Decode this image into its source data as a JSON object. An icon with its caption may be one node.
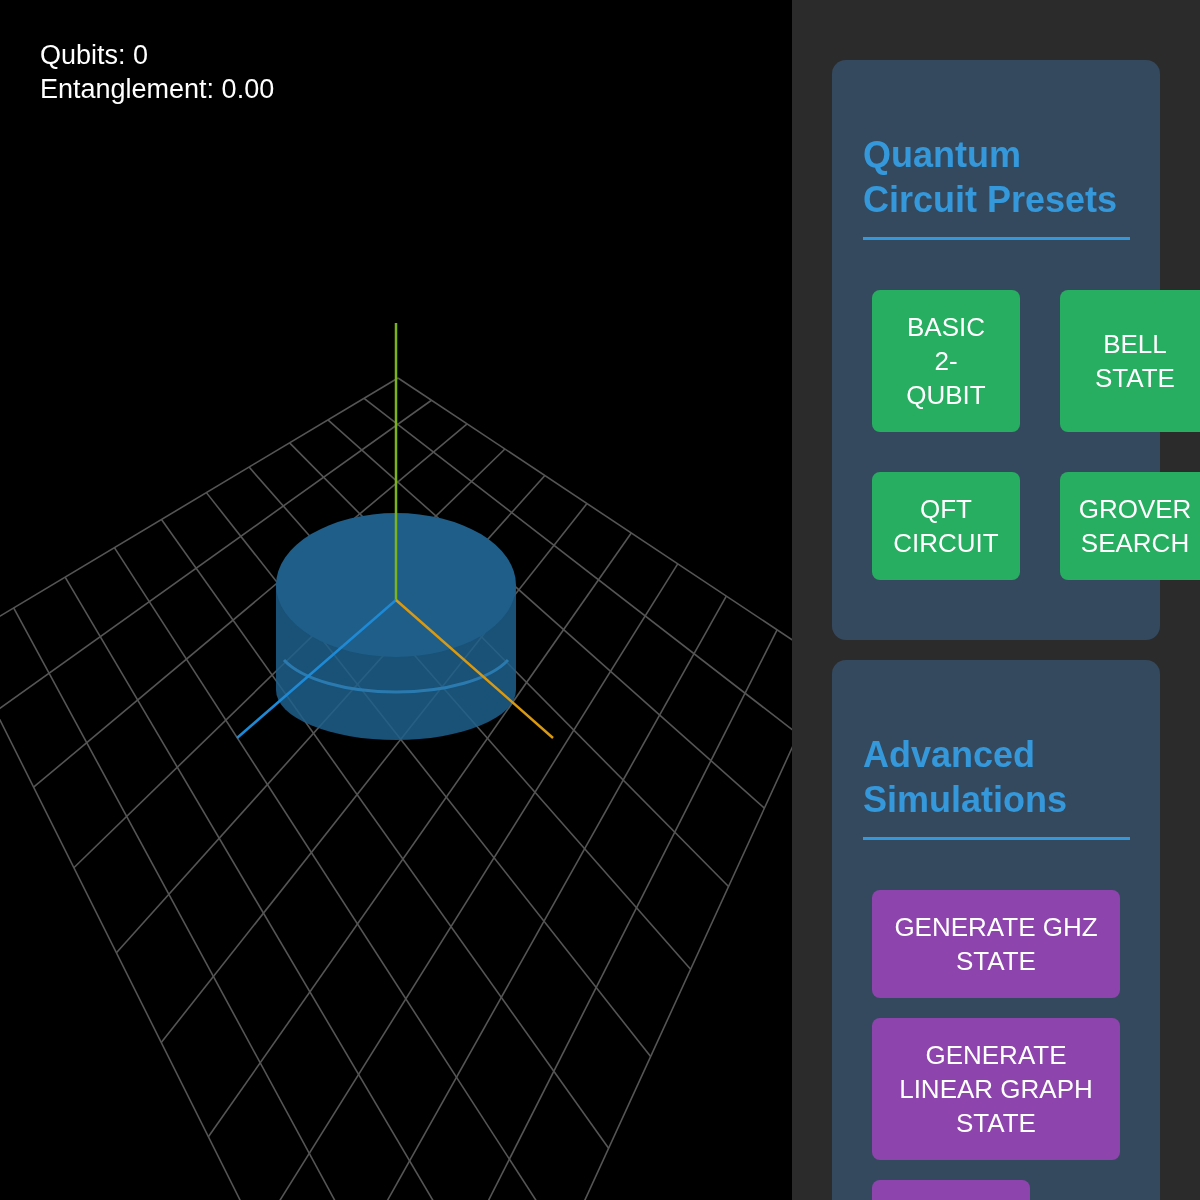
{
  "diagram": {
    "nodes": [
      {
        "text": [
          "Quantum Circuit Presets"
        ]
      },
      {
        "text": [
          "BASIC 2-QUBIT"
        ],
        "in": 0
      },
      {
        "text": [
          "BELL STATE"
        ]
      },
      {
        "text": [
          "QFT CIRCUIT"
        ],
        "in": 0
      },
      {
        "text": [
          "GROVER SEARCH"
        ]
      },
      {
        "text": [
          "Advanced Simulations"
        ]
      },
      {
        "text": [
          "GENERATE GHZ STATE"
        ],
        "in": 5
      },
      {
        "text": [
          "GENERATE LINEAR GRAPH STATE"
        ],
        "in": 5
      },
      {
        "text": [],
        "shape": "box",
        "in": 5
      }
    ],
    "edges": [],
    "labels": [
      "Qubits: 0",
      "Entanglement: 0.00"
    ]
  }
}
